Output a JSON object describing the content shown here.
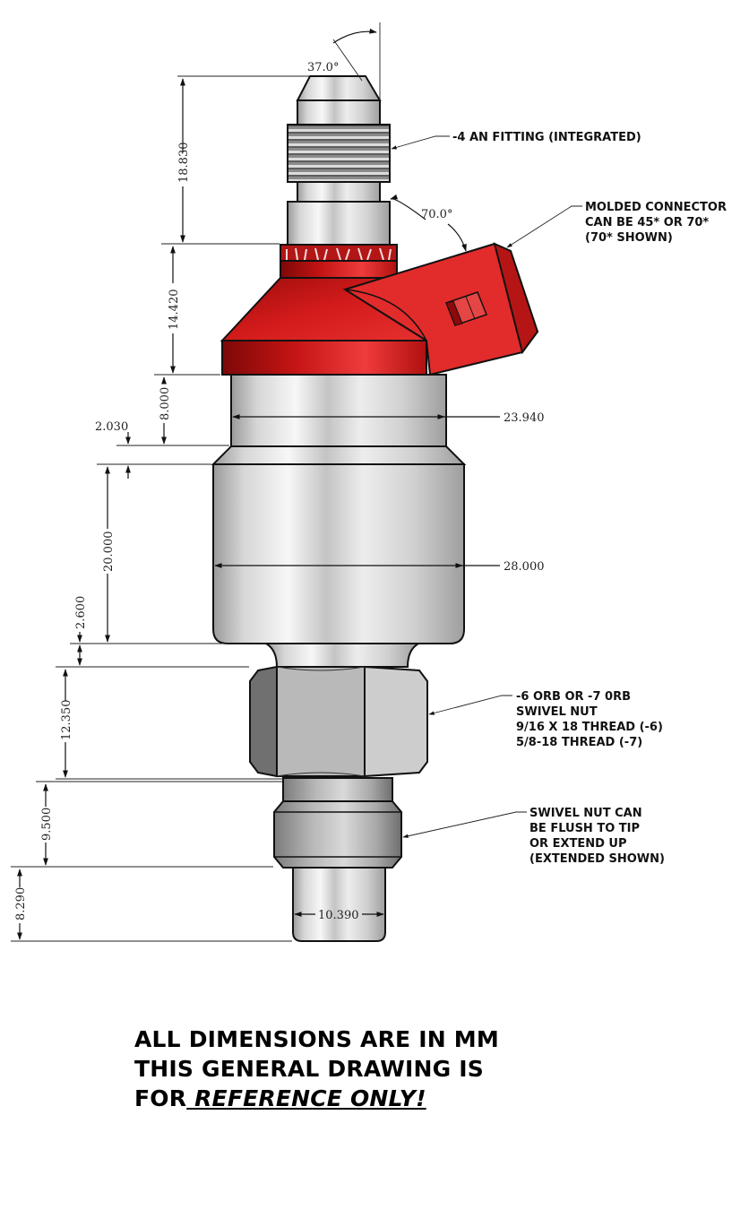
{
  "drawing": {
    "subject": "fuel injector with integrated -4 AN fitting and swivel nut",
    "colors": {
      "connector_red": "#d81e1e",
      "connector_dark": "#8e0a0a",
      "metal_light": "#f2f2f2",
      "metal_mid": "#c8c8c8",
      "metal_dark": "#8a8a8a",
      "line": "#111111"
    },
    "angles": {
      "tip_angle": "37.0°",
      "connector_angle": "70.0°"
    },
    "dimensions": {
      "fitting_height": "18.830",
      "connector_height": "14.420",
      "upper_body_height": "8.000",
      "step_offset": "2.030",
      "upper_body_diameter": "23.940",
      "main_body_height": "20.000",
      "main_body_diameter": "28.000",
      "neck_height": "2.600",
      "nut_height": "12.350",
      "collar_height": "9.500",
      "tip_height": "8.290",
      "tip_diameter": "10.390"
    },
    "callouts": {
      "fitting": [
        "-4 AN FITTING (INTEGRATED)"
      ],
      "connector": [
        "MOLDED CONNECTOR",
        "CAN BE 45* OR 70*",
        "(70* SHOWN)"
      ],
      "swivel_nut": [
        "-6 ORB OR -7 0RB",
        "SWIVEL NUT",
        "9/16 X 18 THREAD (-6)",
        "5/8-18 THREAD (-7)"
      ],
      "swivel_position": [
        "SWIVEL NUT CAN",
        "BE FLUSH TO TIP",
        "OR EXTEND UP",
        "(EXTENDED SHOWN)"
      ]
    }
  },
  "footer": {
    "line1": "ALL DIMENSIONS ARE IN MM",
    "line2": "THIS GENERAL DRAWING IS",
    "line3_prefix": "FOR",
    "line3_emphasis": "REFERENCE ONLY!"
  }
}
